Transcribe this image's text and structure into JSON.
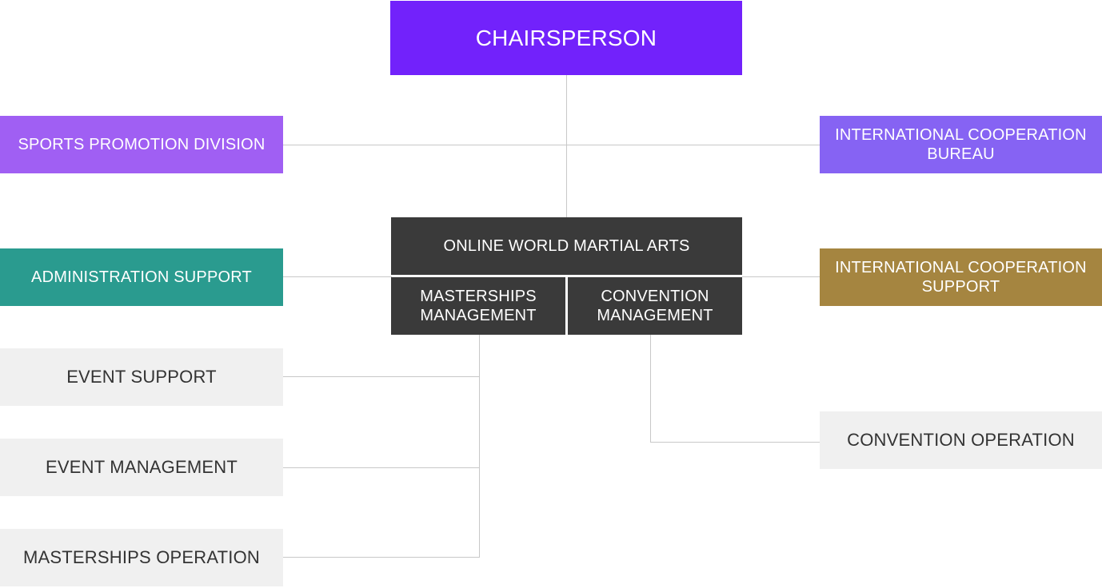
{
  "chart": {
    "chairperson": "CHAIRSPERSON",
    "sports_promotion": "SPORTS PROMOTION DIVISION",
    "intl_coop_bureau": "INTERNATIONAL COOPERATION\nBUREAU",
    "online_world": "ONLINE WORLD MARTIAL ARTS",
    "admin_support": "ADMINISTRATION SUPPORT",
    "intl_coop_support": "INTERNATIONAL COOPERATION\nSUPPORT",
    "masterships_mgmt": "MASTERSHIPS\nMANAGEMENT",
    "convention_mgmt": "CONVENTION\nMANAGEMENT",
    "event_support": "EVENT SUPPORT",
    "event_management": "EVENT MANAGEMENT",
    "masterships_operation": "MASTERSHIPS OPERATION",
    "convention_operation": "CONVENTION OPERATION"
  },
  "colors": {
    "chairperson": "#7222fb",
    "division": "#a05ff3",
    "bureau": "#8663f3",
    "admin": "#2a9b8f",
    "support": "#a58540",
    "core": "#3a3a3a",
    "leaf": "#f0f0f0",
    "connector": "#c8c8c8"
  }
}
